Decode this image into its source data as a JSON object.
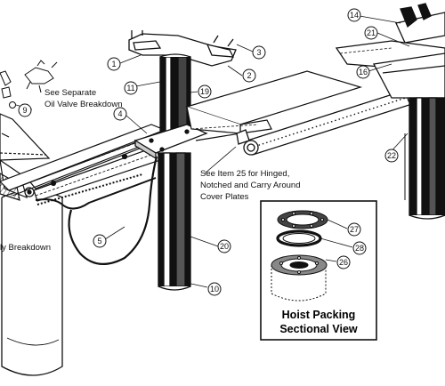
{
  "diagram": {
    "callouts": [
      "1",
      "2",
      "3",
      "4",
      "5",
      "9",
      "10",
      "11",
      "14",
      "16",
      "19",
      "20",
      "21",
      "22",
      "26",
      "27",
      "28"
    ],
    "notes": {
      "oil_valve_line1": "See Separate",
      "oil_valve_line2": "Oil Valve Breakdown",
      "item25_line1": "See Item 25 for Hinged,",
      "item25_line2": "Notched and Carry Around",
      "item25_line3": "Cover Plates",
      "assembly_fragment": "ly Breakdown"
    },
    "inset": {
      "title_line1": "Hoist Packing",
      "title_line2": "Sectional View"
    }
  }
}
